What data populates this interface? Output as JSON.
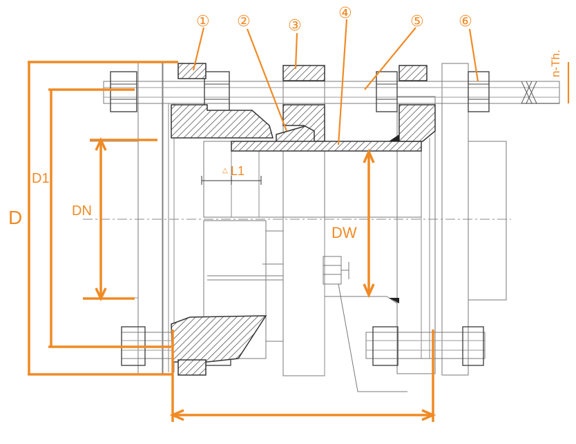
{
  "callouts": [
    "①",
    "②",
    "③",
    "④",
    "⑤",
    "⑥"
  ],
  "dimensions": {
    "d": "D",
    "d1": "D1",
    "dn": "DN",
    "dw": "DW",
    "l1": "L1",
    "l1_prefix": "△",
    "thread": "n-Th."
  },
  "colors": {
    "accent": "#f08a24",
    "line": "#444444",
    "hatch": "#555555"
  }
}
